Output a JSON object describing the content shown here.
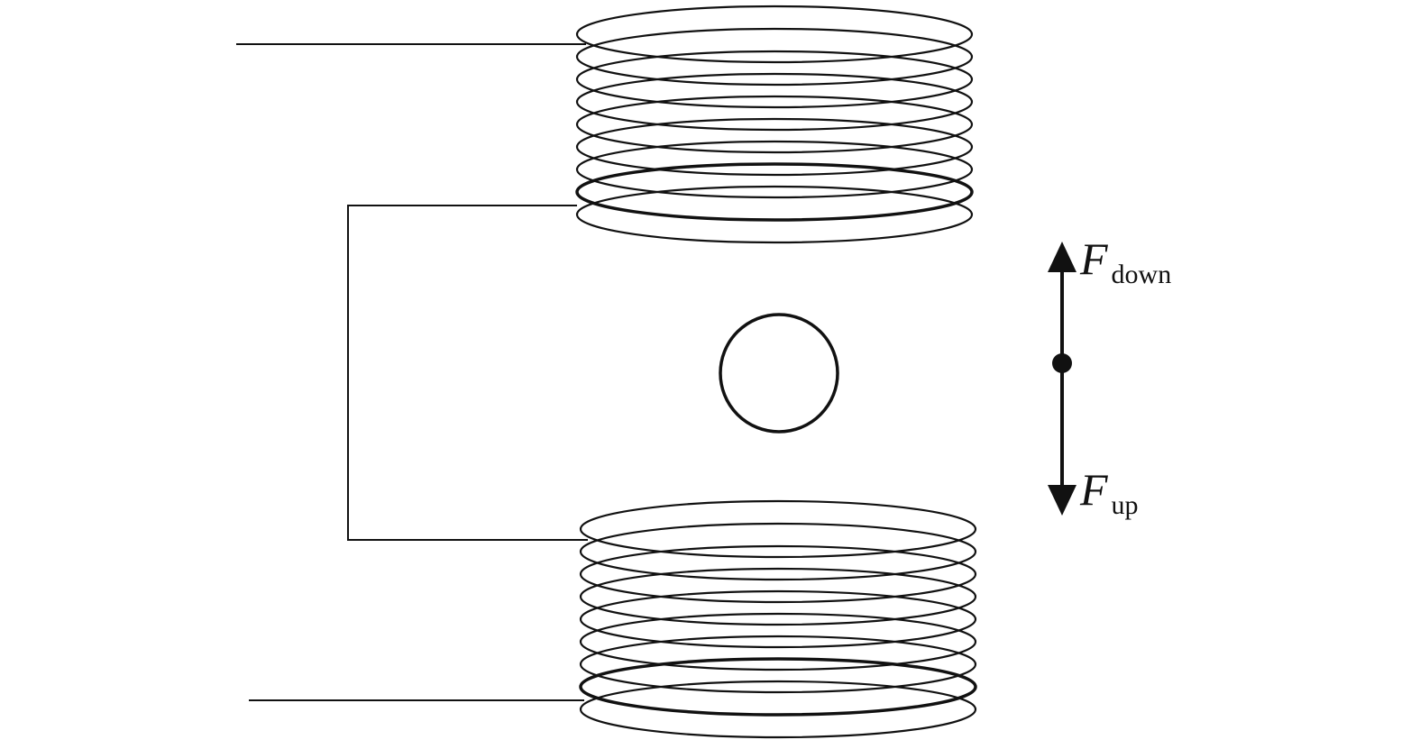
{
  "diagram": {
    "forces": {
      "upper_arrow": {
        "symbol": "F",
        "subscript": "down"
      },
      "lower_arrow": {
        "symbol": "F",
        "subscript": "up"
      }
    },
    "coils": {
      "top_turns": 9,
      "bottom_turns": 9
    },
    "colors": {
      "line": "#111111",
      "background": "#ffffff"
    }
  }
}
